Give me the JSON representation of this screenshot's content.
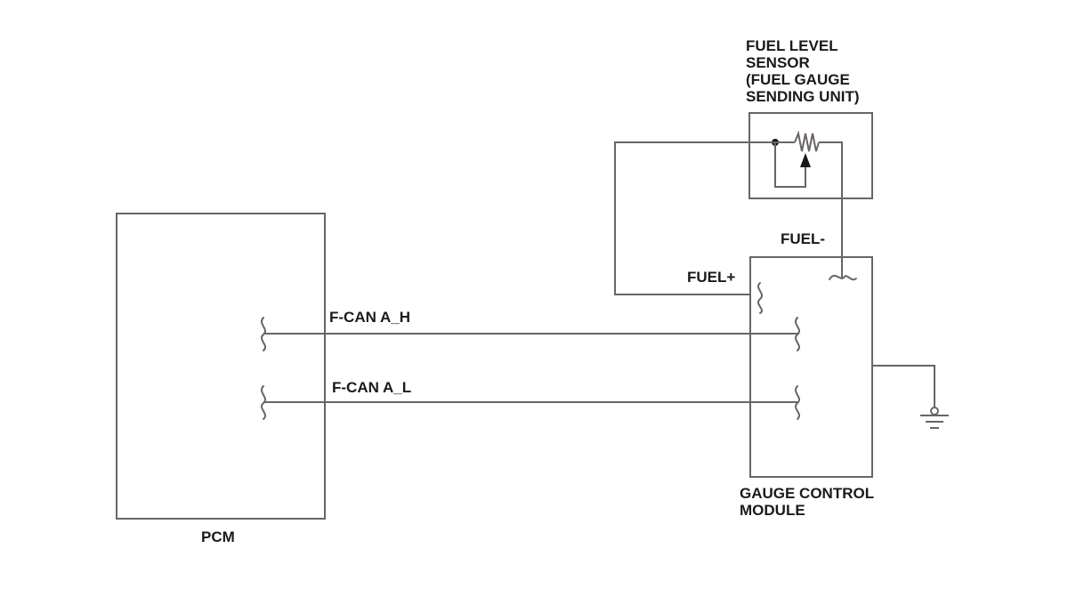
{
  "diagram": {
    "sensor_label": [
      "FUEL LEVEL",
      "SENSOR",
      "(FUEL GAUGE",
      "SENDING UNIT)"
    ],
    "fuel_minus": "FUEL-",
    "fuel_plus": "FUEL+",
    "can_high": "F-CAN A_H",
    "can_low": "F-CAN A_L",
    "pcm": "PCM",
    "gcm_label": [
      "GAUGE CONTROL",
      "MODULE"
    ],
    "line_color": "#6a6462",
    "text_color": "#1a1a1a"
  }
}
